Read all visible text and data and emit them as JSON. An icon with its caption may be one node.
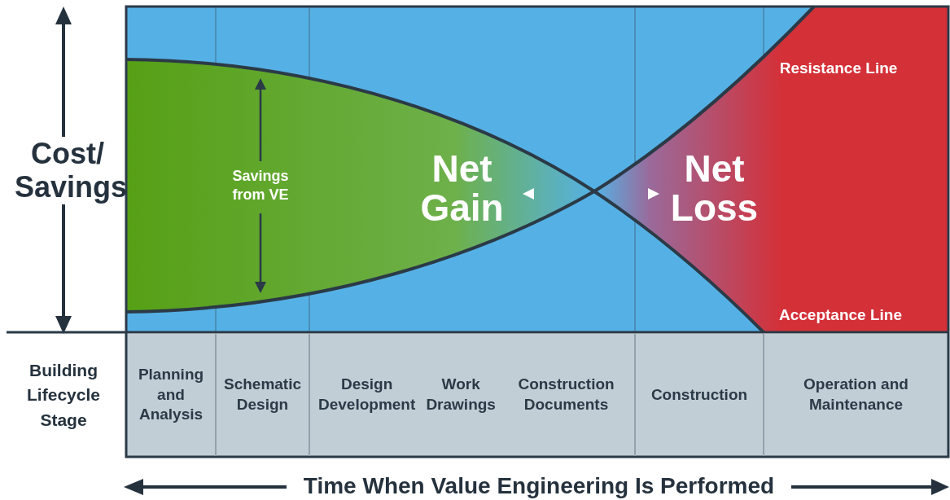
{
  "diagram": {
    "nodes": [
      {
        "text": [
          "Planning and Analysis"
        ]
      },
      {
        "text": [
          "Schematic Design"
        ]
      },
      {
        "text": [
          "Design Development",
          "Work Drawings",
          "Construction Documents"
        ]
      },
      {
        "text": [
          "Construction"
        ]
      },
      {
        "text": [
          "Operation and Maintenance"
        ]
      }
    ],
    "labels": [
      "Cost/ Savings",
      "Savings from VE",
      "Net Gain",
      "Net Loss",
      "Resistance Line",
      "Acceptance Line",
      "Building Lifecycle Stage",
      "Time When Value Engineering Is Performed"
    ]
  }
}
